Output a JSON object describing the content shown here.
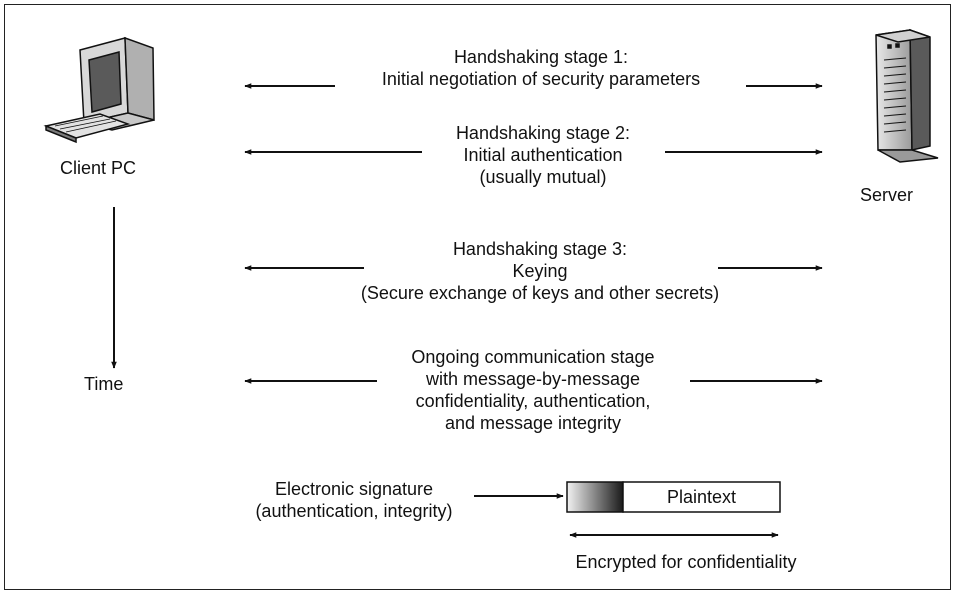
{
  "nodes": {
    "client": "Client PC",
    "server": "Server",
    "time": "Time"
  },
  "stages": [
    {
      "lines": [
        "Handshaking stage 1:",
        "Initial negotiation of security parameters"
      ]
    },
    {
      "lines": [
        "Handshaking stage 2:",
        "Initial authentication",
        "(usually mutual)"
      ]
    },
    {
      "lines": [
        "Handshaking stage 3:",
        "Keying",
        "(Secure exchange of keys and other secrets)"
      ]
    },
    {
      "lines": [
        "Ongoing communication stage",
        "with message-by-message",
        "confidentiality, authentication,",
        "and message integrity"
      ]
    }
  ],
  "message": {
    "signature_lines": [
      "Electronic signature",
      "(authentication, integrity)"
    ],
    "plaintext": "Plaintext",
    "encrypted": "Encrypted for confidentiality"
  }
}
